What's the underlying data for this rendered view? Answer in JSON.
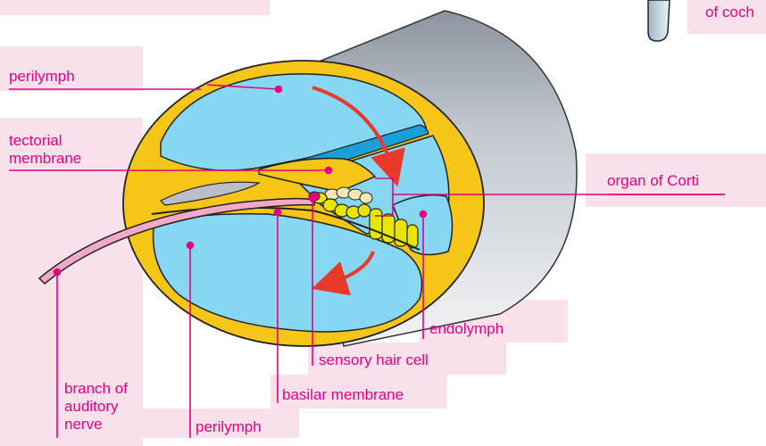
{
  "colors": {
    "label_text": "#e6007e",
    "label_background": "#f9e1ec",
    "leader_line": "#e6007e",
    "membrane_yellow": "#f5c518",
    "fluid_blue": "#87d7f3",
    "stria_blue": "#1a9ed8",
    "tube_gray": "#a6acb5",
    "nerve_pink": "#f4a8c8",
    "hair_cell_yellow": "#e8e600",
    "arrow_red": "#e8392b"
  },
  "labels": {
    "perilymph_top": "perilymph",
    "tectorial_membrane": "tectorial\nmembrane",
    "organ_of_corti": "organ of Corti",
    "endolymph": "endolymph",
    "sensory_hair_cell": "sensory hair cell",
    "basilar_membrane": "basilar membrane",
    "auditory_nerve": "branch of\nauditory\nnerve",
    "perilymph_bottom": "perilymph",
    "corner_cropped": "of coch"
  }
}
